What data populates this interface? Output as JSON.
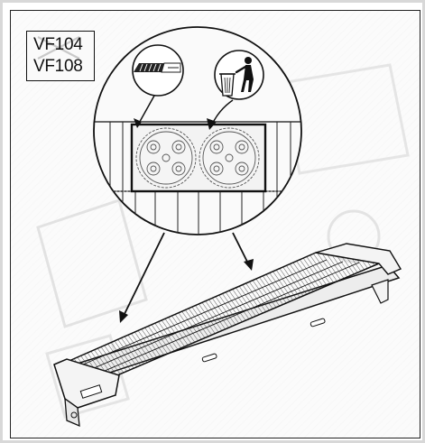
{
  "models": {
    "crossed_out": "VF104",
    "applicable": "VF108"
  },
  "colors": {
    "line": "#111111",
    "hatch": "#b9b9b9",
    "background": "#fbfbfb",
    "frame": "#d8d8d8"
  },
  "icons": {
    "cutter": "utility-knife-icon",
    "disposal": "trash-bin-icon",
    "filter": "filter-cassette"
  }
}
